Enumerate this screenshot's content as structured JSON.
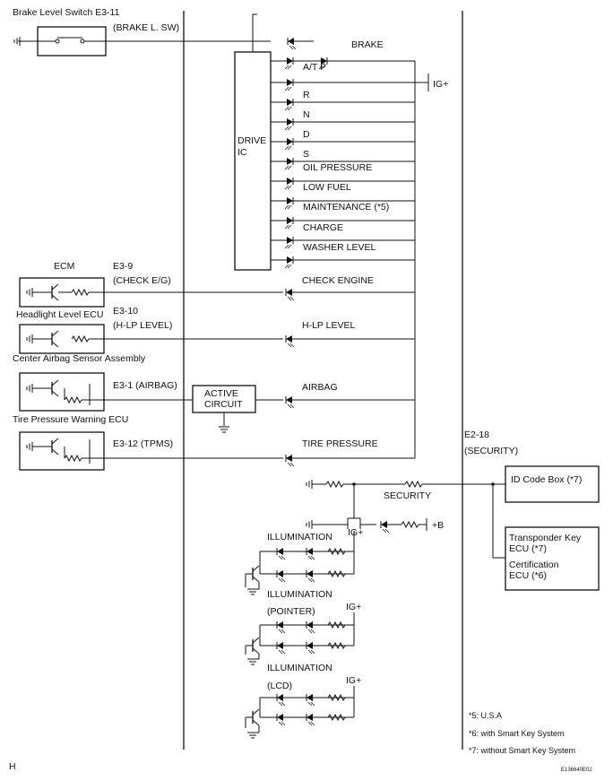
{
  "drive_ic": {
    "line1": "DRIVE",
    "line2": "IC"
  },
  "labels": {
    "ig_plus": "IG+"
  },
  "indicators": [
    "BRAKE",
    "A/T P",
    "R",
    "N",
    "D",
    "S",
    "OIL PRESSURE",
    "LOW FUEL",
    "MAINTENANCE (*5)",
    "CHARGE",
    "WASHER LEVEL"
  ],
  "components": {
    "brake_switch": {
      "name": "Brake Level Switch E3-11",
      "connector": "(BRAKE L. SW)"
    },
    "ecm": {
      "name": "ECM",
      "pin": "E3-9",
      "connector": "(CHECK E/G)",
      "indicator": "CHECK ENGINE"
    },
    "headlight_ecu": {
      "name": "Headlight Level ECU",
      "pin": "E3-10",
      "connector": "(H-LP LEVEL)",
      "indicator": "H-LP LEVEL"
    },
    "airbag_sensor": {
      "name": "Center Airbag Sensor Assembly",
      "connector": "E3-1 (AIRBAG)",
      "active_circuit_1": "ACTIVE",
      "active_circuit_2": "CIRCUIT",
      "indicator": "AIRBAG"
    },
    "tpms_ecu": {
      "name": "Tire Pressure Warning ECU",
      "connector": "E3-12 (TPMS)",
      "indicator": "TIRE PRESSURE"
    }
  },
  "security": {
    "pin": "E2-18",
    "connector": "(SECURITY)",
    "label": "SECURITY",
    "plus_b": "+B",
    "id_code_box": "ID Code Box (*7)",
    "transponder_1": "Transponder Key",
    "transponder_2": "ECU (*7)",
    "certification_1": "Certification",
    "certification_2": "ECU (*6)"
  },
  "illumination": {
    "main": "ILLUMINATION",
    "pointer_1": "ILLUMINATION",
    "pointer_2": "(POINTER)",
    "lcd_1": "ILLUMINATION",
    "lcd_2": "(LCD)"
  },
  "footnotes": [
    "*5: U.S.A",
    "*6: with Smart Key System",
    "*7: without Smart Key System"
  ],
  "page": {
    "marker": "H",
    "figure_id": "E136640E02"
  }
}
